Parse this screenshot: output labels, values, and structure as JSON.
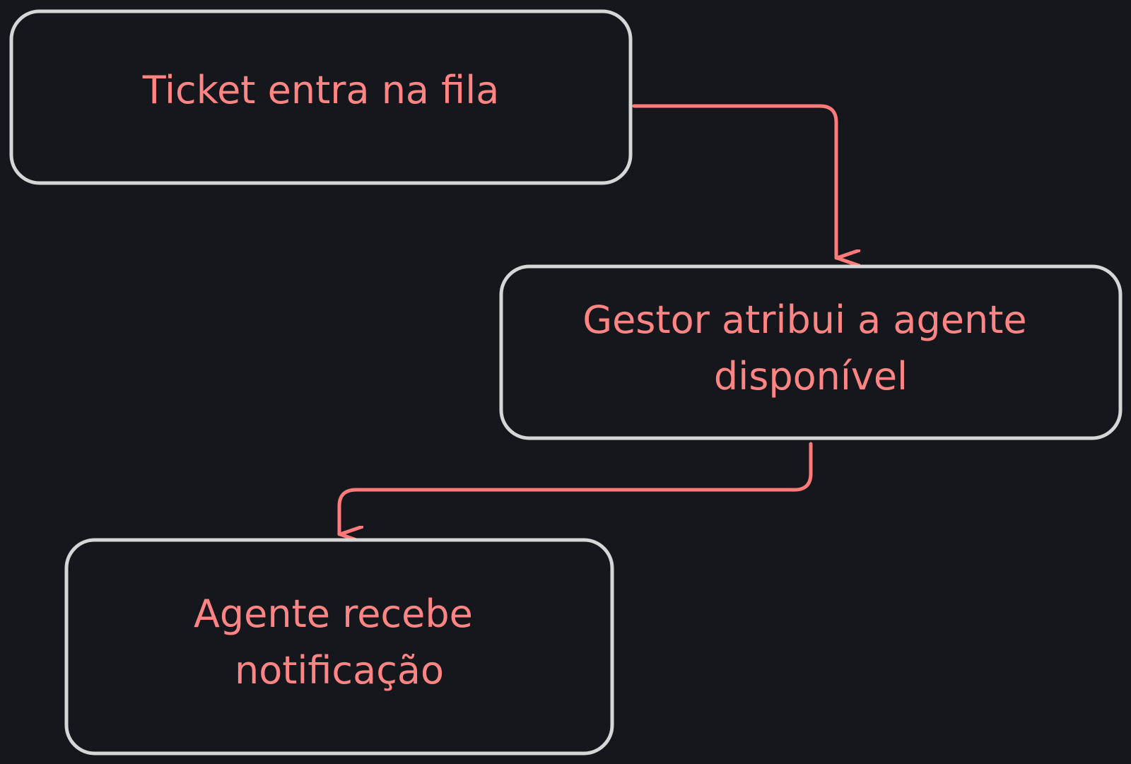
{
  "colors": {
    "background": "#15171c",
    "node_stroke": "#d6d6d6",
    "text": "#ff8585",
    "arrow": "#ff7b7b"
  },
  "nodes": [
    {
      "id": "ticket-enters-queue",
      "lines": [
        "Ticket entra na fila"
      ]
    },
    {
      "id": "manager-assigns-agent",
      "lines": [
        "Gestor atribui a agente",
        "disponível"
      ]
    },
    {
      "id": "agent-receives-notification",
      "lines": [
        "Agente recebe",
        "notificação"
      ]
    }
  ],
  "edges": [
    {
      "from": "ticket-enters-queue",
      "to": "manager-assigns-agent"
    },
    {
      "from": "manager-assigns-agent",
      "to": "agent-receives-notification"
    }
  ]
}
